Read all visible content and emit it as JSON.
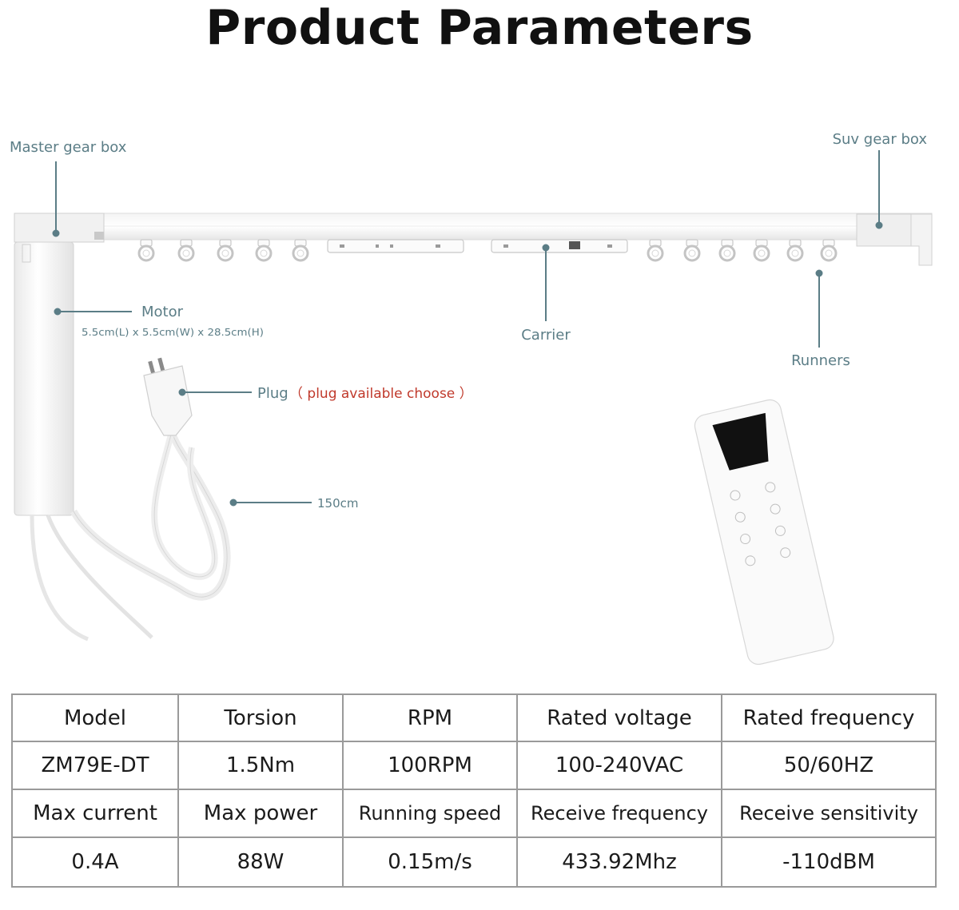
{
  "title": "Product Parameters",
  "labels": {
    "master_gear_box": "Master gear box",
    "suv_gear_box": "Suv gear box",
    "motor": "Motor",
    "motor_dims": "5.5cm(L) x 5.5cm(W) x 28.5cm(H)",
    "carrier": "Carrier",
    "runners": "Runners",
    "plug": "Plug",
    "plug_note": "（ plug available  choose ）",
    "cable_length": "150cm"
  },
  "colors": {
    "label": "#5b7d86",
    "plug_note": "#c0392b",
    "table_border": "#9a9a9a"
  },
  "table": {
    "rows": [
      [
        "Model",
        "Torsion",
        "RPM",
        "Rated voltage",
        "Rated frequency"
      ],
      [
        "ZM79E-DT",
        "1.5Nm",
        "100RPM",
        "100-240VAC",
        "50/60HZ"
      ],
      [
        "Max current",
        "Max power",
        "Running speed",
        "Receive frequency",
        "Receive sensitivity"
      ],
      [
        "0.4A",
        "88W",
        "0.15m/s",
        "433.92Mhz",
        "-110dBM"
      ]
    ]
  }
}
